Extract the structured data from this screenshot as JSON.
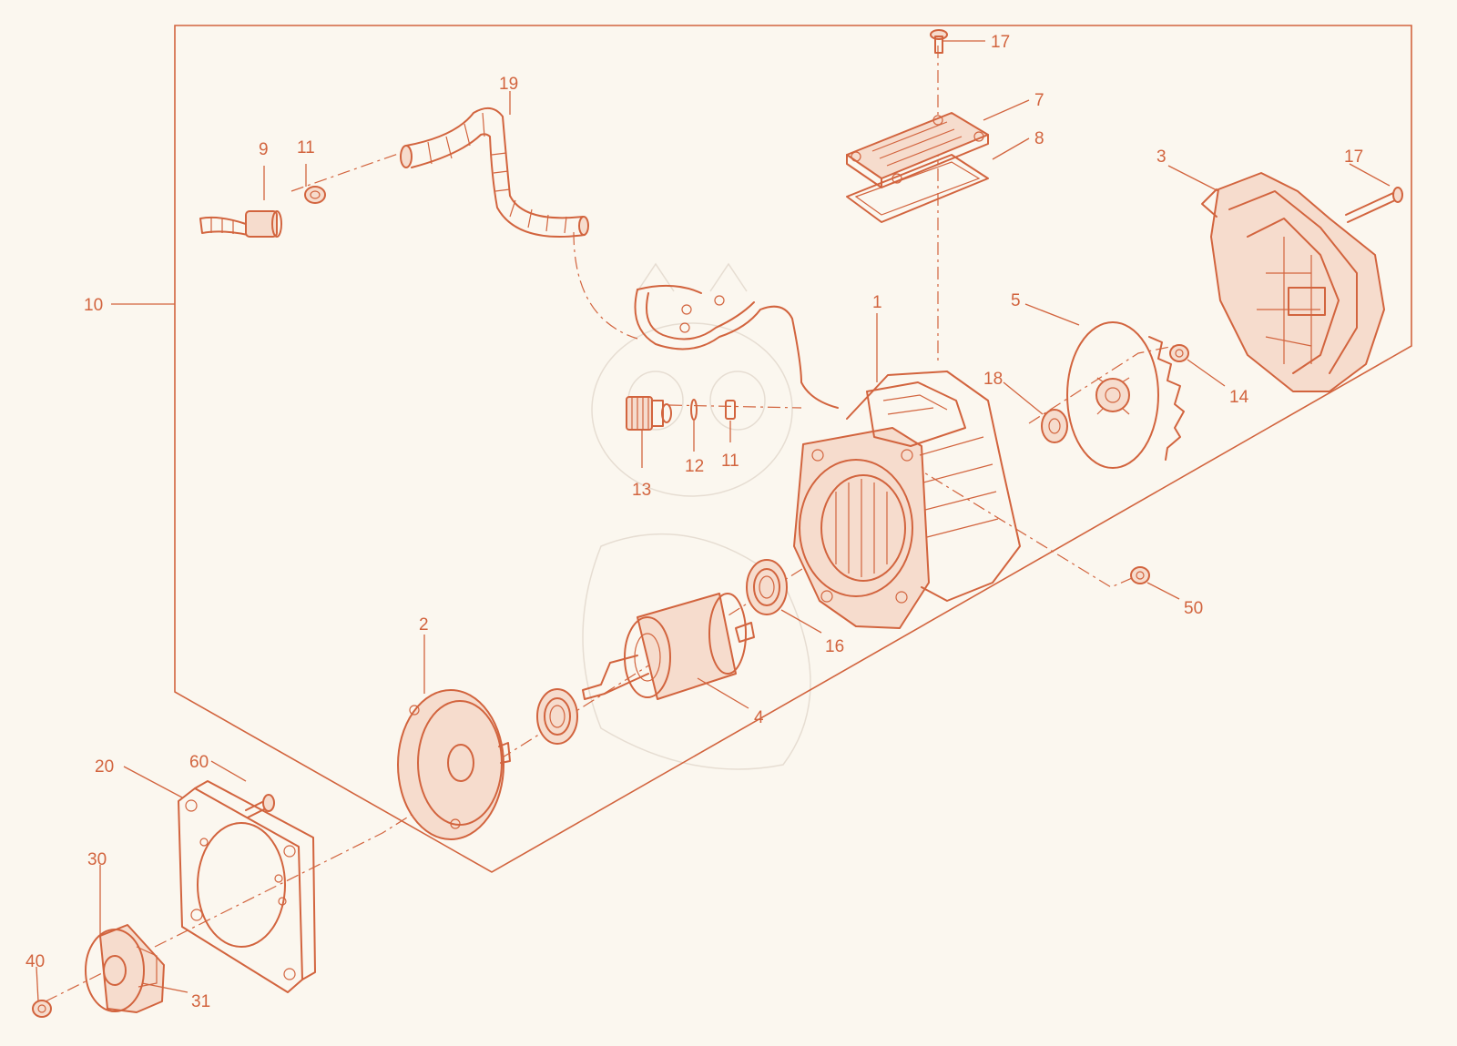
{
  "colors": {
    "line": "#d2643e",
    "background": "#fbf7ef",
    "fill": "#f6dccd"
  },
  "callouts": [
    {
      "label": "17"
    },
    {
      "label": "19"
    },
    {
      "label": "7"
    },
    {
      "label": "8"
    },
    {
      "label": "9"
    },
    {
      "label": "11"
    },
    {
      "label": "3"
    },
    {
      "label": "17"
    },
    {
      "label": "10"
    },
    {
      "label": "1"
    },
    {
      "label": "5"
    },
    {
      "label": "18"
    },
    {
      "label": "14"
    },
    {
      "label": "12"
    },
    {
      "label": "11"
    },
    {
      "label": "13"
    },
    {
      "label": "50"
    },
    {
      "label": "2"
    },
    {
      "label": "16"
    },
    {
      "label": "4"
    },
    {
      "label": "60"
    },
    {
      "label": "20"
    },
    {
      "label": "30"
    },
    {
      "label": "40"
    },
    {
      "label": "31"
    }
  ]
}
